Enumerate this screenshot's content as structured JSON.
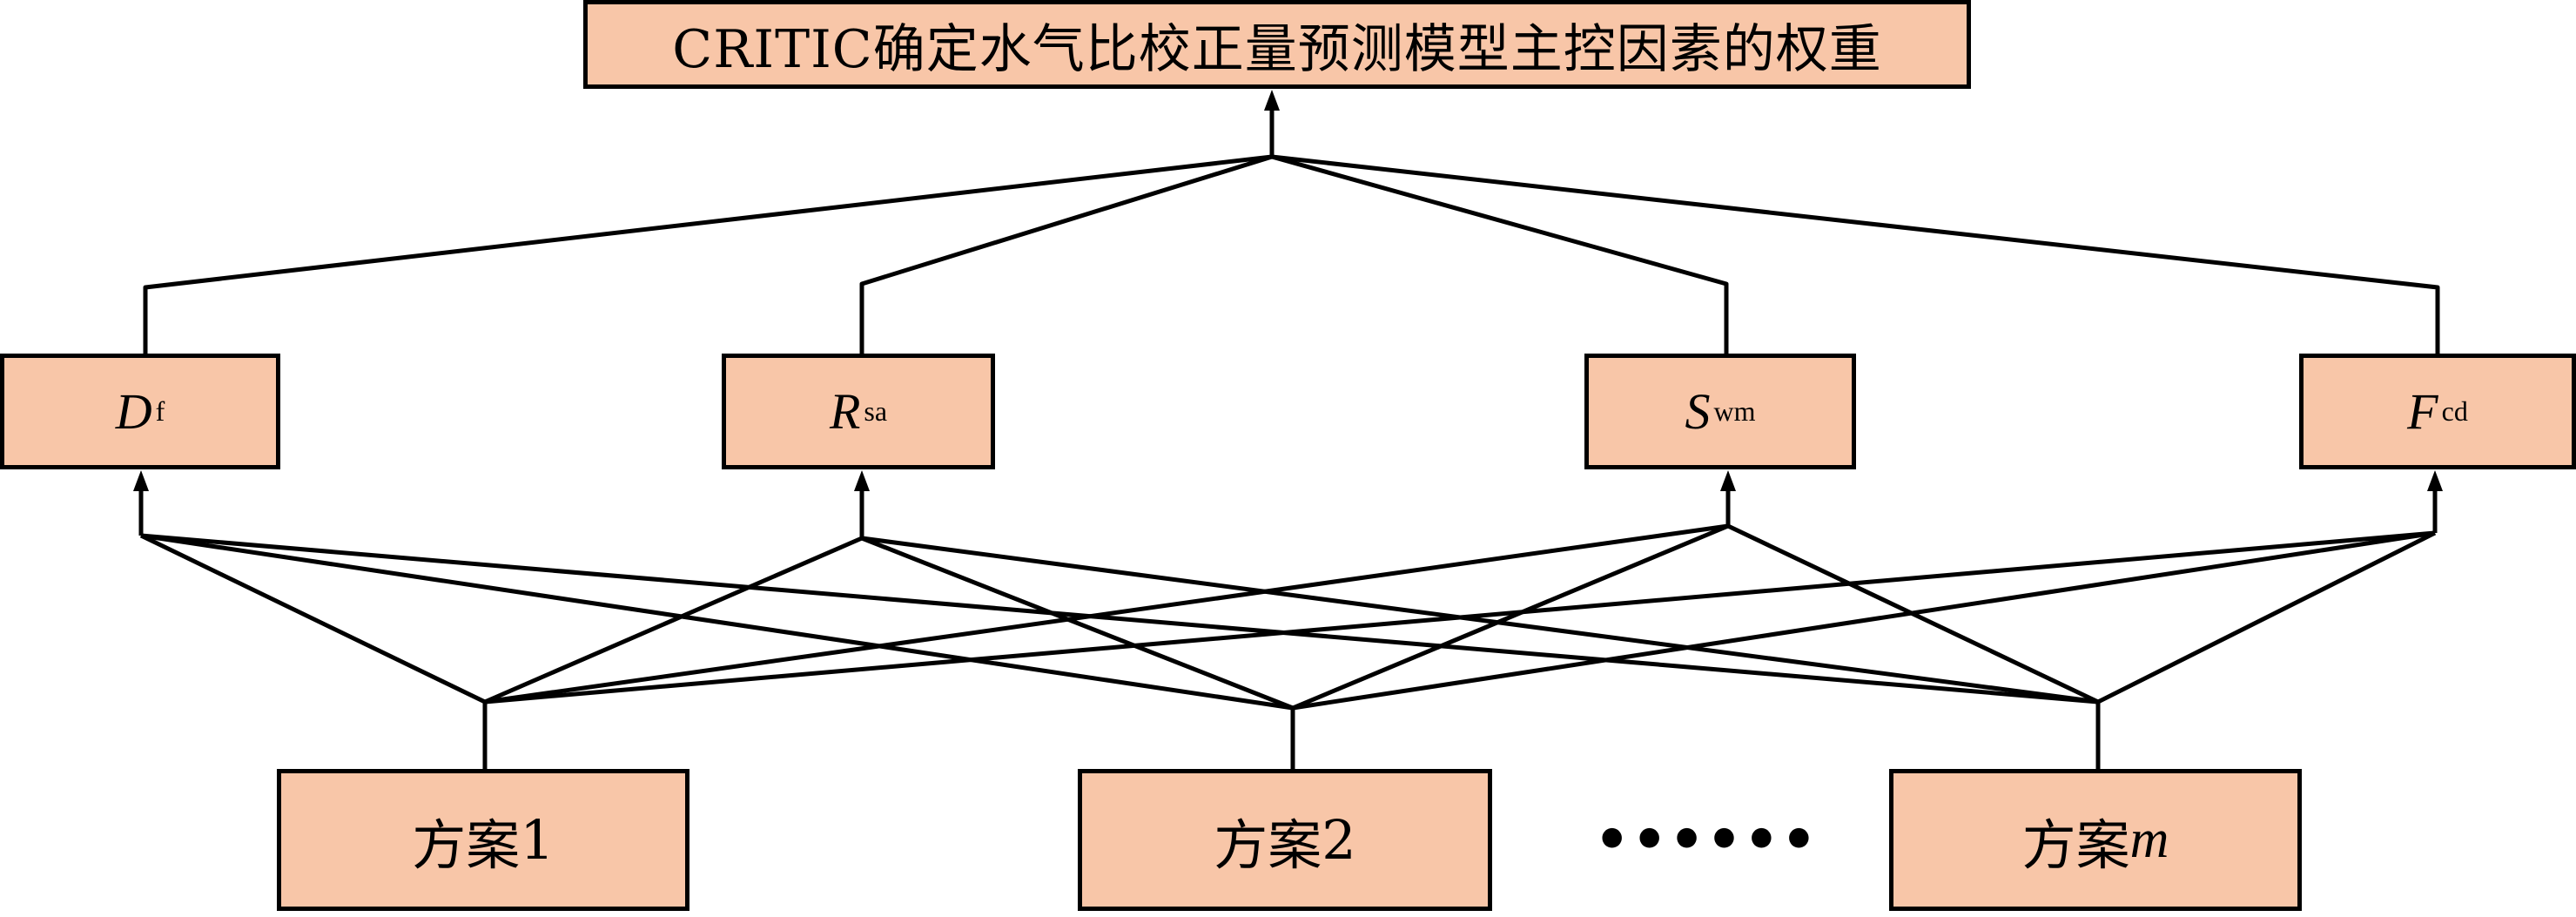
{
  "title": "CRITIC确定水气比校正量预测模型主控因素的权重",
  "factors": [
    {
      "symbol": "D",
      "sub": "f"
    },
    {
      "symbol": "R",
      "sub": "sa"
    },
    {
      "symbol": "S",
      "sub": "wm"
    },
    {
      "symbol": "F",
      "sub": "cd"
    }
  ],
  "schemes": [
    {
      "prefix": "方案",
      "suffix": "1"
    },
    {
      "prefix": "方案",
      "suffix": "2"
    },
    {
      "prefix": "方案",
      "var": "m"
    }
  ],
  "ellipsis": "••••••",
  "colors": {
    "box_fill": "#f8c6a8",
    "line": "#000000"
  }
}
